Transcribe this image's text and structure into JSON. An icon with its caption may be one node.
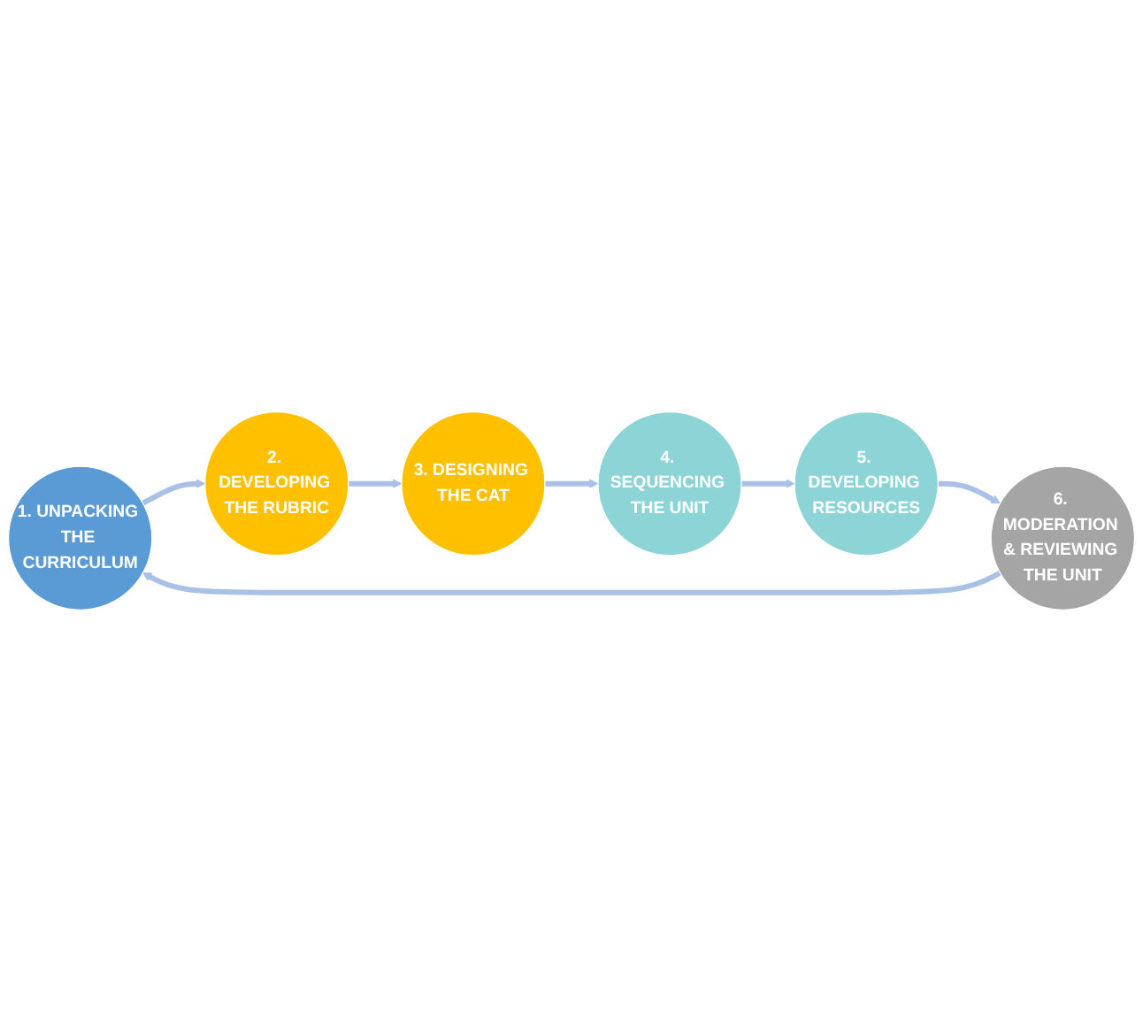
{
  "diagram": {
    "nodes": [
      {
        "text": [
          "1. UNPACKING THE CURRICULUM"
        ]
      },
      {
        "text": [
          "2. DEVELOPING THE RUBRIC"
        ]
      },
      {
        "text": [
          "3. DESIGNING THE CAT"
        ]
      },
      {
        "text": [
          "4. SEQUENCING THE UNIT"
        ]
      },
      {
        "text": [
          "5. DEVELOPING RESOURCES"
        ]
      },
      {
        "text": [
          "6. MODERATION & REVIEWING THE UNIT"
        ]
      }
    ],
    "edges": [
      {
        "from": 0,
        "to": 1,
        "arrow": "to"
      },
      {
        "from": 1,
        "to": 2,
        "arrow": "to"
      },
      {
        "from": 2,
        "to": 3,
        "arrow": "to"
      },
      {
        "from": 3,
        "to": 4,
        "arrow": "to"
      },
      {
        "from": 4,
        "to": 5,
        "arrow": "to"
      },
      {
        "from": 5,
        "to": 0,
        "arrow": "to"
      }
    ]
  }
}
